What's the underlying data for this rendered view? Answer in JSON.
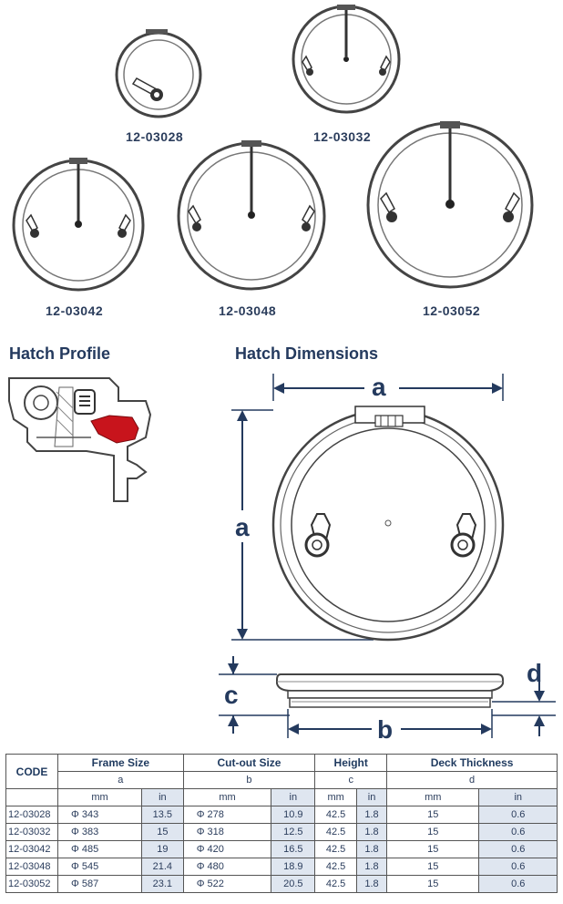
{
  "hatches": [
    {
      "code": "12-03028"
    },
    {
      "code": "12-03032"
    },
    {
      "code": "12-03042"
    },
    {
      "code": "12-03048"
    },
    {
      "code": "12-03052"
    }
  ],
  "profile_title": "Hatch Profile",
  "dimensions_title": "Hatch Dimensions",
  "dim_labels": {
    "a_top": "a",
    "a_side": "a",
    "b": "b",
    "c": "c",
    "d": "d"
  },
  "table": {
    "code_header": "CODE",
    "groups": [
      {
        "title": "Frame Size",
        "letter": "a"
      },
      {
        "title": "Cut-out Size",
        "letter": "b"
      },
      {
        "title": "Height",
        "letter": "c"
      },
      {
        "title": "Deck Thickness",
        "letter": "d"
      }
    ],
    "unit_mm": "mm",
    "unit_in": "in",
    "rows": [
      {
        "code": "12-03028",
        "a_mm": "Φ 343",
        "a_in": "13.5",
        "b_mm": "Φ 278",
        "b_in": "10.9",
        "c_mm": "42.5",
        "c_in": "1.8",
        "d_mm": "15",
        "d_in": "0.6"
      },
      {
        "code": "12-03032",
        "a_mm": "Φ 383",
        "a_in": "15",
        "b_mm": "Φ 318",
        "b_in": "12.5",
        "c_mm": "42.5",
        "c_in": "1.8",
        "d_mm": "15",
        "d_in": "0.6"
      },
      {
        "code": "12-03042",
        "a_mm": "Φ 485",
        "a_in": "19",
        "b_mm": "Φ 420",
        "b_in": "16.5",
        "c_mm": "42.5",
        "c_in": "1.8",
        "d_mm": "15",
        "d_in": "0.6"
      },
      {
        "code": "12-03048",
        "a_mm": "Φ 545",
        "a_in": "21.4",
        "b_mm": "Φ 480",
        "b_in": "18.9",
        "c_mm": "42.5",
        "c_in": "1.8",
        "d_mm": "15",
        "d_in": "0.6"
      },
      {
        "code": "12-03052",
        "a_mm": "Φ 587",
        "a_in": "23.1",
        "b_mm": "Φ 522",
        "b_in": "20.5",
        "c_mm": "42.5",
        "c_in": "1.8",
        "d_mm": "15",
        "d_in": "0.6"
      }
    ]
  },
  "colors": {
    "label": "#2b3d5c",
    "arrow": "#243a5e",
    "seal_red": "#c8141c",
    "line": "#333333"
  }
}
